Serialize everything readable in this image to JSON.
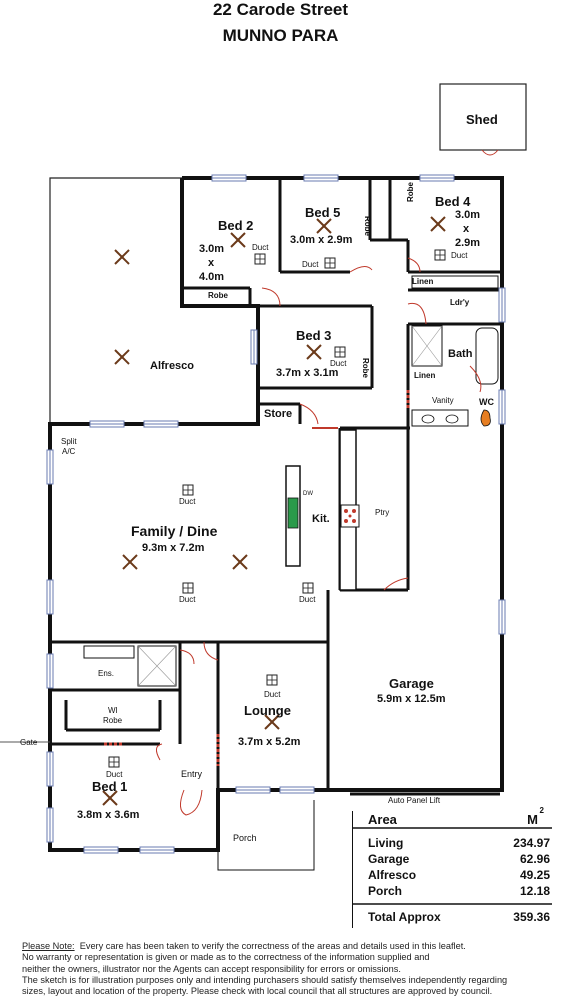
{
  "header": {
    "address": "22 Carode Street",
    "suburb": "MUNNO PARA"
  },
  "rooms": {
    "shed": "Shed",
    "bed2": "Bed 2",
    "bed2_size_a": "3.0m",
    "bed2_size_x": "x",
    "bed2_size_b": "4.0m",
    "bed5": "Bed 5",
    "bed5_size": "3.0m x 2.9m",
    "bed4": "Bed 4",
    "bed4_size_a": "3.0m",
    "bed4_size_x": "x",
    "bed4_size_b": "2.9m",
    "bed3": "Bed 3",
    "bed3_size": "3.7m x 3.1m",
    "alfresco": "Alfresco",
    "family": "Family / Dine",
    "family_size": "9.3m x 7.2m",
    "kitchen": "Kit.",
    "pantry": "Ptry",
    "dw": "DW",
    "lounge": "Lounge",
    "lounge_size": "3.7m x 5.2m",
    "garage": "Garage",
    "garage_size": "5.9m x 12.5m",
    "bed1": "Bed 1",
    "bed1_size": "3.8m x 3.6m",
    "ens": "Ens.",
    "wi_robe_a": "WI",
    "wi_robe_b": "Robe",
    "entry": "Entry",
    "porch": "Porch",
    "bath": "Bath",
    "vanity": "Vanity",
    "wc": "WC",
    "linen": "Linen",
    "laundry": "Ldr'y",
    "store": "Store",
    "robe": "Robe",
    "split_a": "Split",
    "split_b": "A/C",
    "duct": "Duct",
    "gate": "Gate",
    "auto_lift": "Auto Panel Lift"
  },
  "areas": {
    "header_label": "Area",
    "unit": "M",
    "unit_sup": "2",
    "rows": [
      {
        "label": "Living",
        "value": "234.97"
      },
      {
        "label": "Garage",
        "value": "62.96"
      },
      {
        "label": "Alfresco",
        "value": "49.25"
      },
      {
        "label": "Porch",
        "value": "12.18"
      }
    ],
    "total_label": "Total Approx",
    "total_value": "359.36"
  },
  "note": {
    "heading": "Please Note:",
    "line1": "Every care has been taken to verify the correctness of the areas and details used in this leaflet.",
    "line2": "No warranty or representation is given or made as to the correctness of the information supplied and",
    "line3": "neither the owners, illustrator nor the Agents can accept responsibility for errors or omissions.",
    "line4": "The sketch is for illustration purposes only and intending purchasers should satisfy themselves independently regarding",
    "line5": "sizes, layout and location of the property. Please check with local council that all structures are approved by council."
  }
}
